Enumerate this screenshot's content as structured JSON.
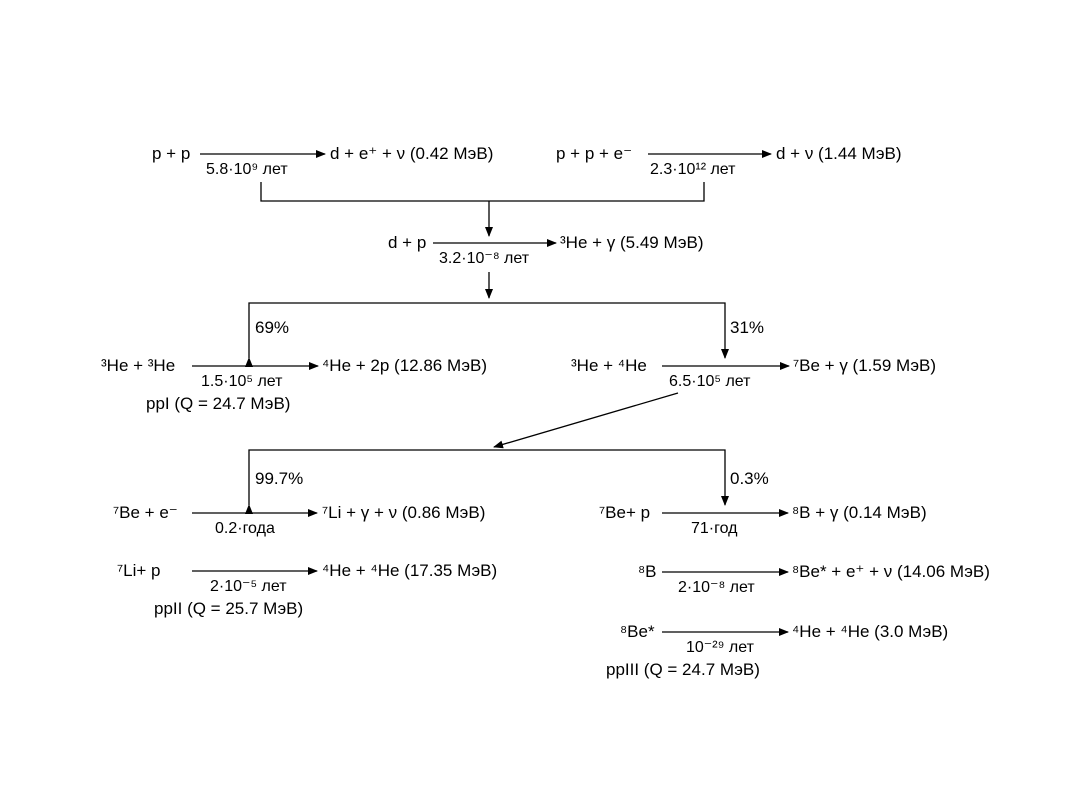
{
  "reactions": {
    "pp": {
      "lhs": "p + p",
      "time": "5.8·10⁹ лет",
      "rhs": "d + e⁺ + ν (0.42 МэВ)"
    },
    "pep": {
      "lhs": "p + p + e⁻",
      "time": "2.3·10¹² лет",
      "rhs": "d + ν (1.44 МэВ)"
    },
    "dp": {
      "lhs": "d + p",
      "time": "3.2·10⁻⁸ лет",
      "rhs": "³He + γ (5.49 МэВ)"
    },
    "he3he3": {
      "lhs": "³He + ³He",
      "time": "1.5·10⁵ лет",
      "rhs": "⁴He + 2p (12.86 МэВ)"
    },
    "he3he4": {
      "lhs": "³He + ⁴He",
      "time": "6.5·10⁵ лет",
      "rhs": "⁷Be + γ (1.59 МэВ)"
    },
    "be7e": {
      "lhs": "⁷Be + e⁻",
      "time": "0.2·года",
      "rhs": "⁷Li + γ + ν (0.86 МэВ)"
    },
    "li7p": {
      "lhs": "⁷Li+ p",
      "time": "2·10⁻⁵ лет",
      "rhs": "⁴He + ⁴He (17.35 МэВ)"
    },
    "be7p": {
      "lhs": "⁷Be+ p",
      "time": "71·год",
      "rhs": "⁸B + γ (0.14 МэВ)"
    },
    "b8": {
      "lhs": "⁸B",
      "time": "2·10⁻⁸ лет",
      "rhs": "⁸Be* + e⁺ + ν (14.06 МэВ)"
    },
    "be8": {
      "lhs": "⁸Be*",
      "time": "10⁻²⁹ лет",
      "rhs": "⁴He + ⁴He (3.0 МэВ)"
    }
  },
  "branches": {
    "b69": "69%",
    "b31": "31%",
    "b997": "99.7%",
    "b03": "0.3%"
  },
  "chains": {
    "ppI": "ppI (Q = 24.7 МэВ)",
    "ppII": "ppII (Q = 25.7 МэВ)",
    "ppIII": "ppIII (Q = 24.7 МэВ)"
  }
}
